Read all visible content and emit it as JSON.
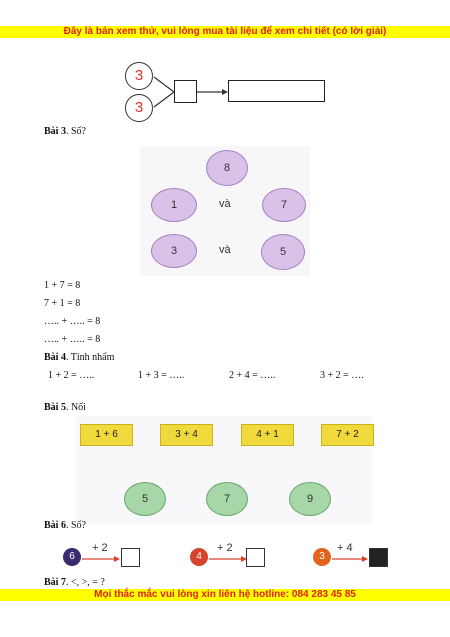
{
  "header": {
    "banner": "Đây là bản xem thử, vui lòng mua tài liệu để xem chi tiết (có lời giải)"
  },
  "top_diagram": {
    "circle_top": "3",
    "circle_bottom": "3"
  },
  "bai3": {
    "label": "Bài 3",
    "title": ". Số?",
    "top_oval": "8",
    "row1": {
      "left": "1",
      "word": "và",
      "right": "7"
    },
    "row2": {
      "left": "3",
      "word": "và",
      "right": "5"
    },
    "lines": [
      "1 + 7 = 8",
      "7 + 1 = 8",
      "….. + ….. = 8",
      "….. + ….. = 8"
    ]
  },
  "bai4": {
    "label": "Bài 4",
    "title": ". Tính nhẩm",
    "items": [
      "1 + 2 = …..",
      "1 + 3 = …..",
      "2 + 4 = …..",
      "3 + 2 = …."
    ]
  },
  "bai5": {
    "label": "Bài 5",
    "title": ". Nối",
    "cards": [
      "1 + 6",
      "3 + 4",
      "4 + 1",
      "7 + 2"
    ],
    "circles": [
      "5",
      "7",
      "9"
    ]
  },
  "bai6": {
    "label": "Bài 6",
    "title": ". Số?",
    "items": [
      {
        "start": "6",
        "op": "+ 2",
        "color": "#3b2a6e"
      },
      {
        "start": "4",
        "op": "+ 2",
        "color": "#d6432e"
      },
      {
        "start": "3",
        "op": "+ 4",
        "color": "#e0641e"
      }
    ]
  },
  "bai7": {
    "label": "Bài 7",
    "title": ". <, >, = ?"
  },
  "footer": {
    "hotline": "Mọi thắc mắc vui lòng xin liên hệ hotline: 084 283 45 85"
  }
}
